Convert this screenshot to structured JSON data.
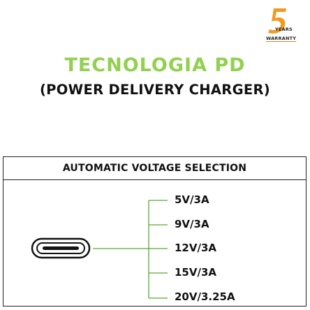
{
  "warranty": {
    "number": "5",
    "years": "YEARS",
    "label": "WARRANTY"
  },
  "title": "TECNOLOGIA PD",
  "subtitle": "(POWER DELIVERY CHARGER)",
  "section": {
    "header": "AUTOMATIC VOLTAGE SELECTION"
  },
  "voltages": [
    "5V/3A",
    "9V/3A",
    "12V/3A",
    "15V/3A",
    "20V/3.25A"
  ],
  "colors": {
    "accent_green": "#92d050",
    "warranty_orange": "#f29a1f",
    "line_green": "#5aa632"
  },
  "icons": {
    "connector": "usb-c-port-icon"
  }
}
